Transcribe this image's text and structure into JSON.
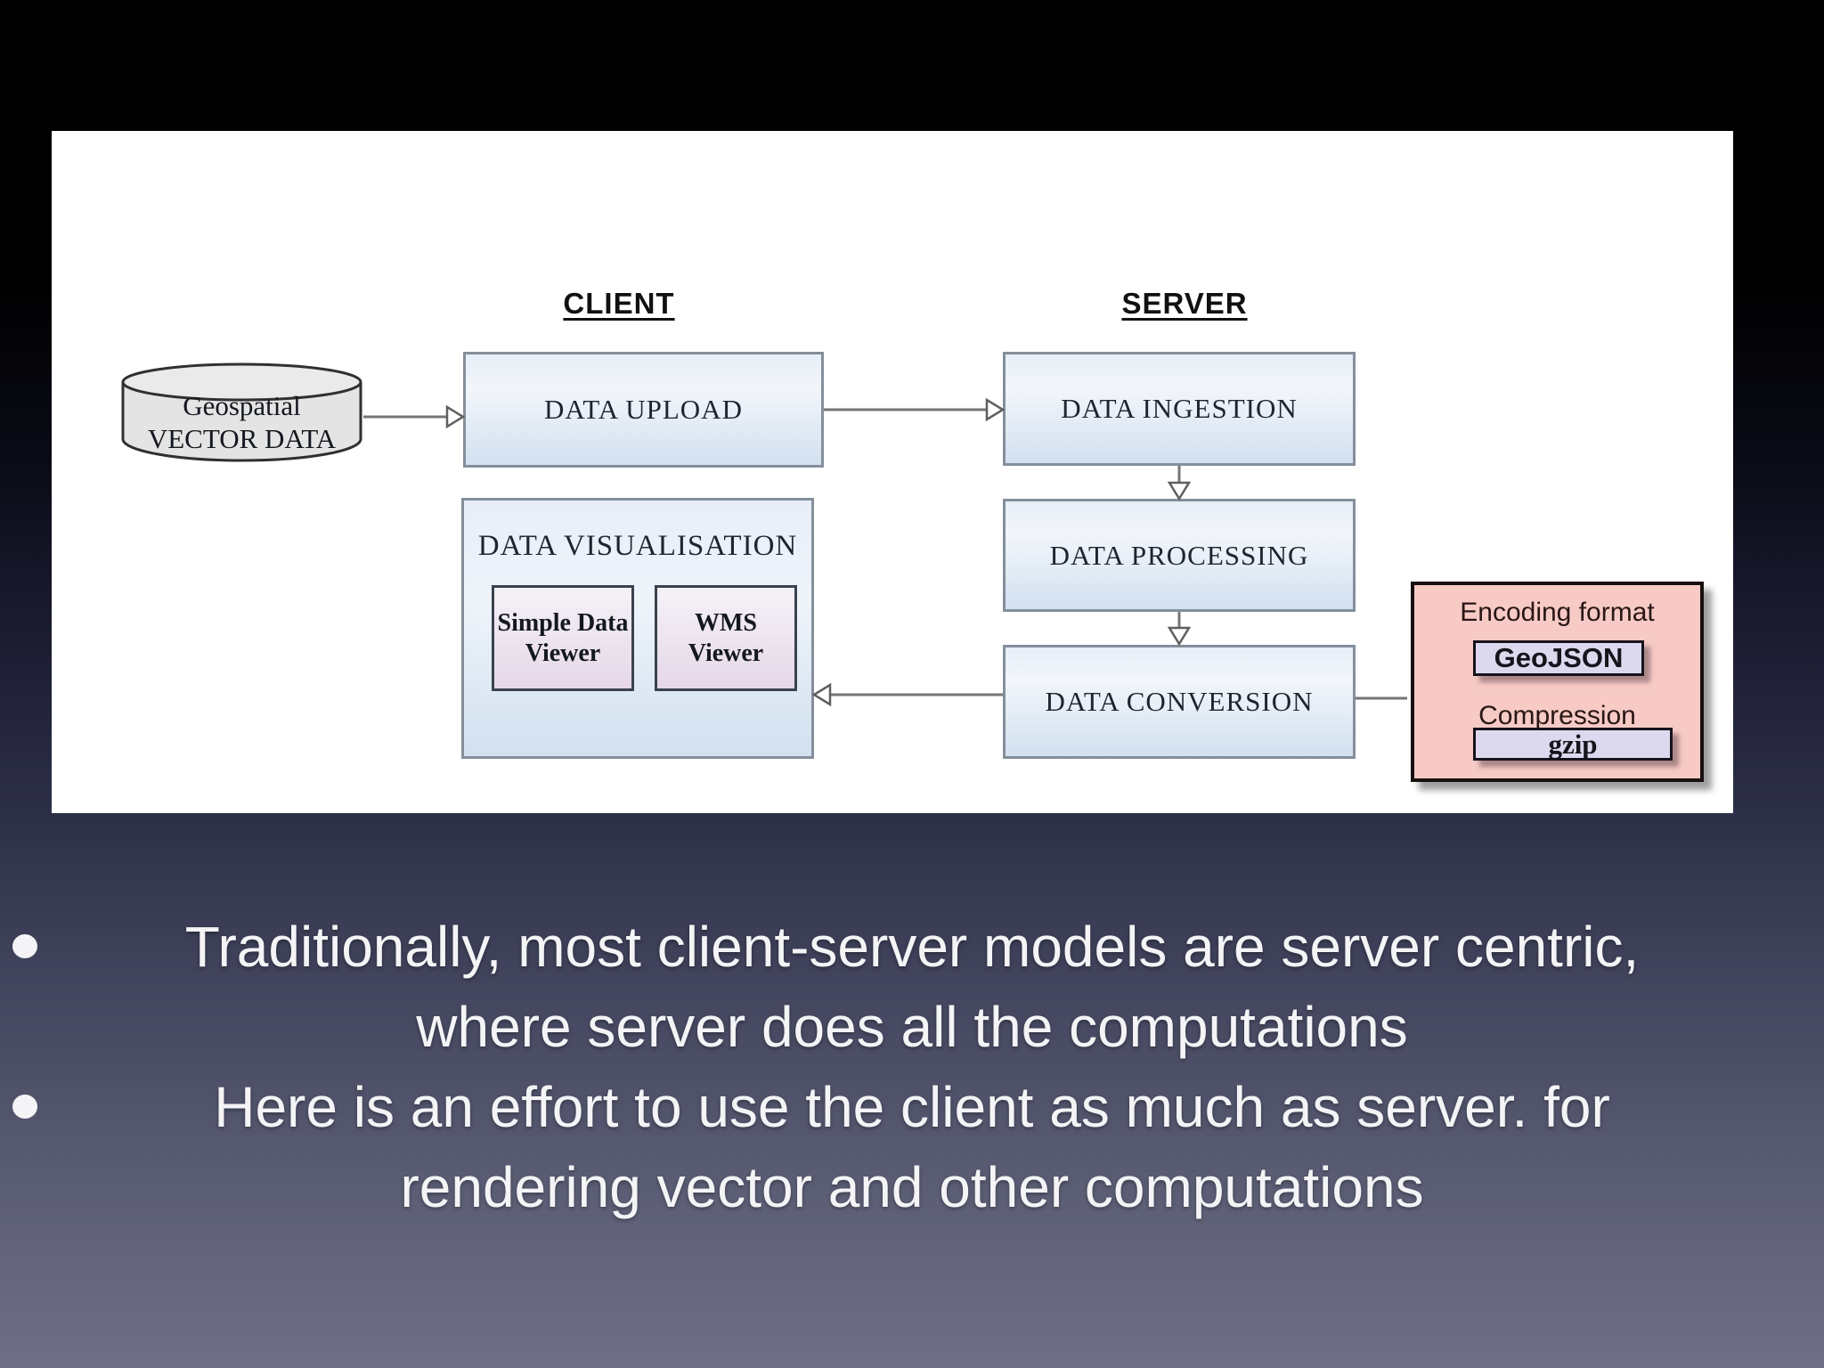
{
  "diagram": {
    "client_header": "CLIENT",
    "server_header": "SERVER",
    "cylinder_label": "Geospatial\nVECTOR DATA",
    "data_upload": "DATA UPLOAD",
    "data_ingestion": "DATA INGESTION",
    "data_visualisation": "DATA VISUALISATION",
    "simple_data_viewer": "Simple Data\nViewer",
    "wms_viewer": "WMS\nViewer",
    "data_processing": "DATA PROCESSING",
    "data_conversion": "DATA CONVERSION",
    "encoding_format_label": "Encoding format",
    "encoding_format_value": "GeoJSON",
    "compression_label": "Compression",
    "compression_value": "gzip"
  },
  "bullets": [
    {
      "lines": [
        "Traditionally, most client-server models are server centric,",
        "where server does all the computations"
      ]
    },
    {
      "lines": [
        "Here is an effort to use the client as much as server. for",
        "rendering vector and other computations"
      ]
    }
  ],
  "colors": {
    "background_bottom": "#6f7086",
    "panel_white": "#ffffff",
    "box_blue_top": "#e7eef7",
    "box_blue_bottom": "#d2e0ef",
    "box_border_gray": "#848f9b",
    "viewer_top": "#f5f2f7",
    "viewer_bottom": "#e5d7e7",
    "viewer_border": "#3a424e",
    "pink_fill": "#f7cac5",
    "lavender_fill": "#dcd9ee",
    "connector_gray": "#767676",
    "text_dark": "#1d2530",
    "bullet_text": "#f4f4f6"
  }
}
